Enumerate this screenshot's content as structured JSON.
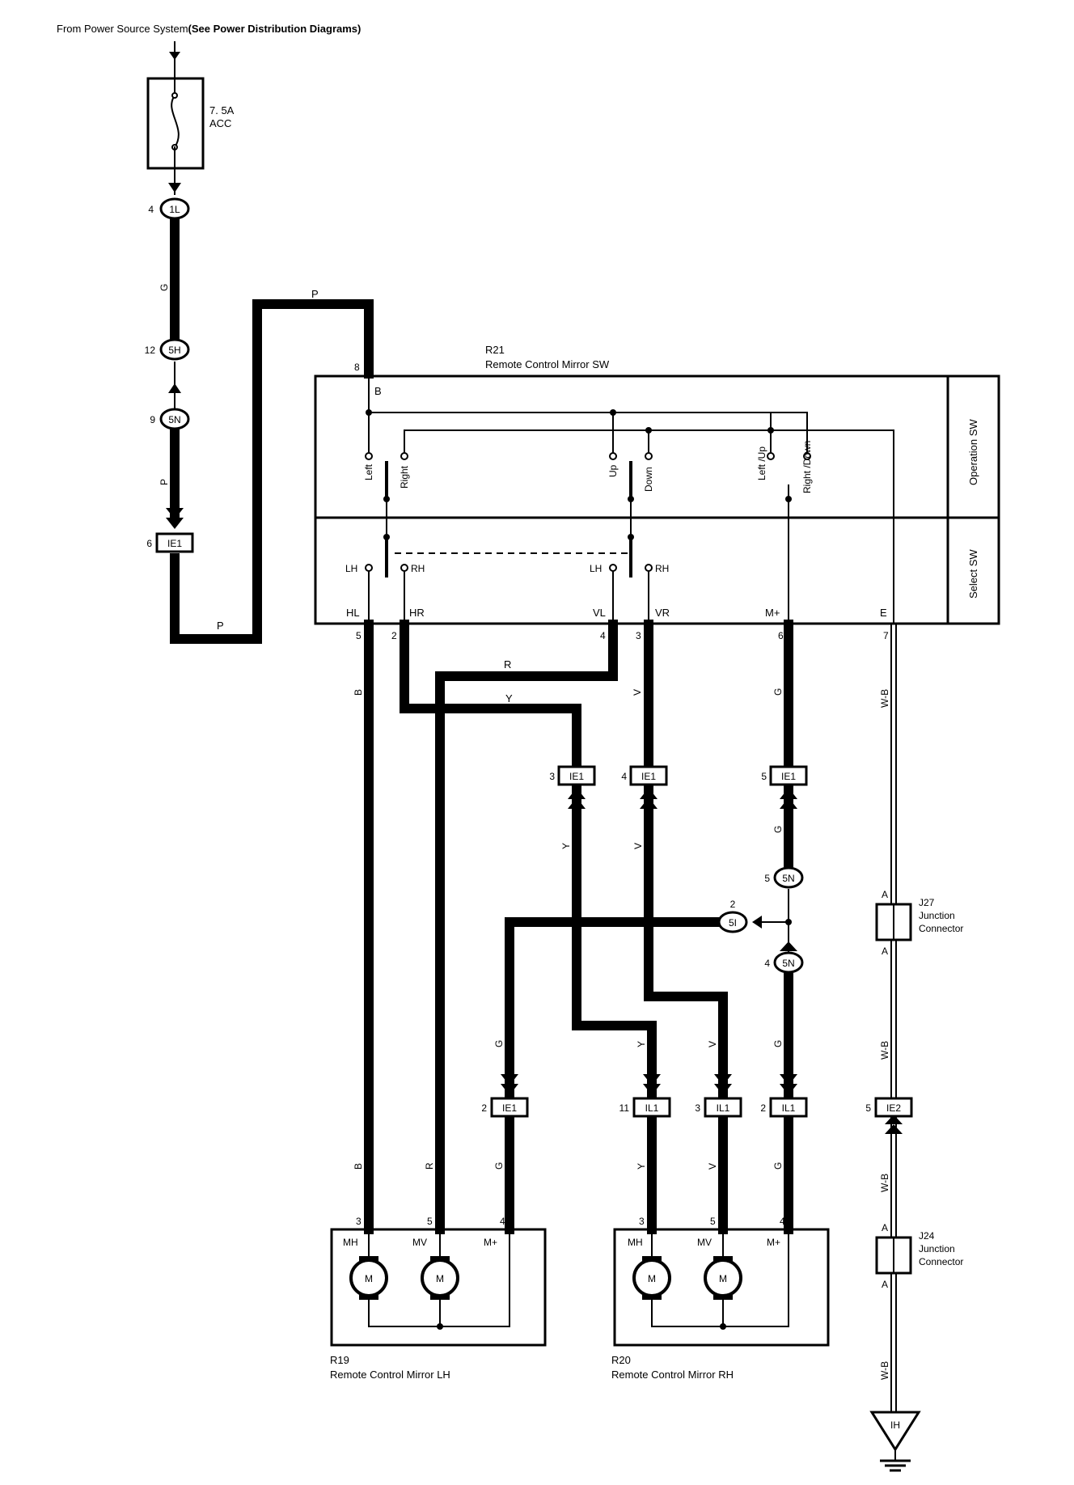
{
  "header": {
    "source_text": "From Power Source System",
    "source_ref": "(See Power Distribution Diagrams)"
  },
  "fuse": {
    "rating": "7. 5A",
    "name": "ACC"
  },
  "wire_colors": {
    "G": "G",
    "P": "P",
    "B": "B",
    "R": "R",
    "Y": "Y",
    "V": "V",
    "WB": "W-B"
  },
  "connectors": {
    "c1L": {
      "id": "1L",
      "pin": "4"
    },
    "c5H": {
      "id": "5H",
      "pin": "12"
    },
    "c5N_top": {
      "id": "5N",
      "pin": "9"
    },
    "cIE1_6": {
      "id": "IE1",
      "pin": "6"
    },
    "cIE1_3": {
      "id": "IE1",
      "pin": "3"
    },
    "cIE1_4": {
      "id": "IE1",
      "pin": "4"
    },
    "cIE1_5": {
      "id": "IE1",
      "pin": "5"
    },
    "c5N_5": {
      "id": "5N",
      "pin": "5"
    },
    "c5I_2": {
      "id": "5I",
      "pin": "2"
    },
    "c5N_4": {
      "id": "5N",
      "pin": "4"
    },
    "cIE1_2": {
      "id": "IE1",
      "pin": "2"
    },
    "cIL1_11": {
      "id": "IL1",
      "pin": "11"
    },
    "cIL1_3": {
      "id": "IL1",
      "pin": "3"
    },
    "cIL1_2": {
      "id": "IL1",
      "pin": "2"
    },
    "cIE2_5": {
      "id": "IE2",
      "pin": "5"
    }
  },
  "switch": {
    "code": "R21",
    "name": "Remote Control Mirror SW",
    "pin_top": "8",
    "pin_top_label": "B",
    "operation_label": "Operation SW",
    "select_label": "Select SW",
    "op_positions": [
      "Left",
      "Right",
      "Up",
      "Down",
      "Left /Up",
      "Right /Down"
    ],
    "sel_positions": [
      "LH",
      "RH",
      "LH",
      "RH"
    ],
    "terminals": [
      {
        "name": "HL",
        "pin": "5"
      },
      {
        "name": "HR",
        "pin": "2"
      },
      {
        "name": "VL",
        "pin": "4"
      },
      {
        "name": "VR",
        "pin": "3"
      },
      {
        "name": "M+",
        "pin": "6"
      },
      {
        "name": "E",
        "pin": "7"
      }
    ]
  },
  "junctions": {
    "j27": {
      "code": "J27",
      "name": "Junction",
      "name2": "Connector",
      "pin": "A"
    },
    "j24": {
      "code": "J24",
      "name": "Junction",
      "name2": "Connector",
      "pin": "A"
    }
  },
  "mirrors": {
    "lh": {
      "code": "R19",
      "name": "Remote Control Mirror LH",
      "pins": [
        "3",
        "5",
        "4"
      ],
      "terminals": [
        "MH",
        "MV",
        "M+"
      ]
    },
    "rh": {
      "code": "R20",
      "name": "Remote Control Mirror RH",
      "pins": [
        "3",
        "5",
        "4"
      ],
      "terminals": [
        "MH",
        "MV",
        "M+"
      ]
    }
  },
  "motor_symbol": "M",
  "ground": {
    "id": "IH"
  }
}
